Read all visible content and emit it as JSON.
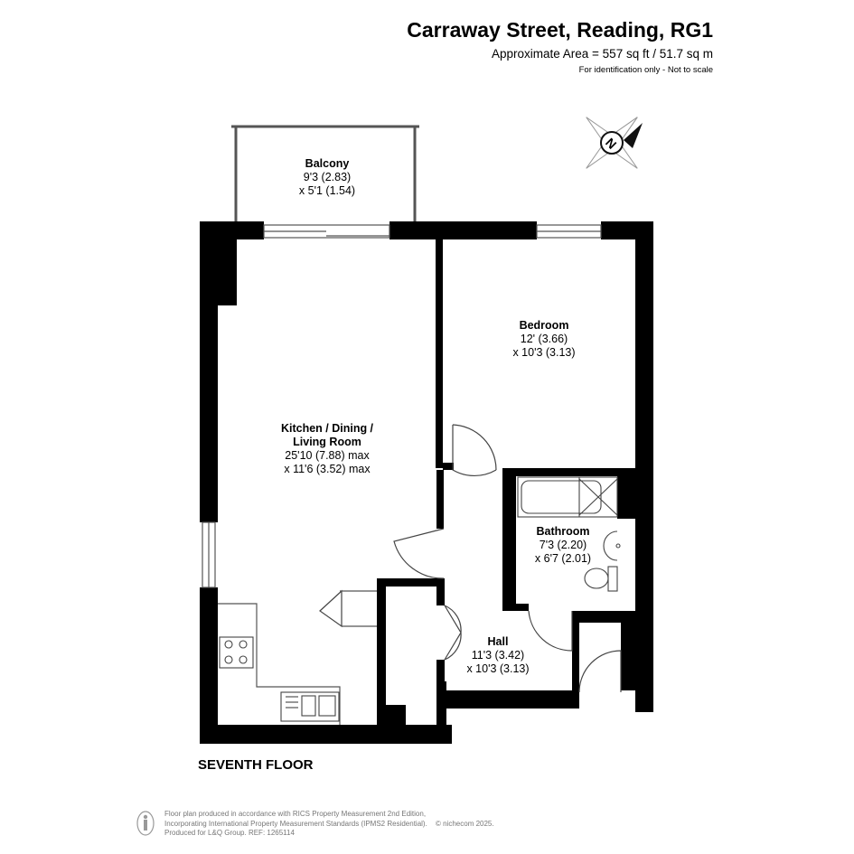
{
  "header": {
    "title": "Carraway Street, Reading, RG1",
    "area": "Approximate Area = 557 sq ft / 51.7 sq m",
    "note": "For identification only - Not to scale"
  },
  "compass": {
    "letter": "N"
  },
  "rooms": {
    "balcony": {
      "name": "Balcony",
      "dim1": "9'3 (2.83)",
      "dim2": "x 5'1 (1.54)"
    },
    "bedroom": {
      "name": "Bedroom",
      "dim1": "12' (3.66)",
      "dim2": "x 10'3 (3.13)"
    },
    "living": {
      "name1": "Kitchen / Dining /",
      "name2": "Living Room",
      "dim1": "25'10 (7.88) max",
      "dim2": "x 11'6 (3.52) max"
    },
    "bathroom": {
      "name": "Bathroom",
      "dim1": "7'3 (2.20)",
      "dim2": "x 6'7 (2.01)"
    },
    "hall": {
      "name": "Hall",
      "dim1": "11'3 (3.42)",
      "dim2": "x 10'3 (3.13)"
    }
  },
  "floor_label": "SEVENTH FLOOR",
  "footer": {
    "line1": "Floor plan produced in accordance with RICS Property Measurement 2nd Edition,",
    "line2": "Incorporating International Property Measurement Standards (IPMS2 Residential).",
    "line3": "Produced for L&Q Group.   REF:   1265114",
    "copyright": "© nichecom 2025."
  },
  "colors": {
    "wall": "#000000",
    "fixture": "#555555",
    "footer_text": "#777777"
  }
}
